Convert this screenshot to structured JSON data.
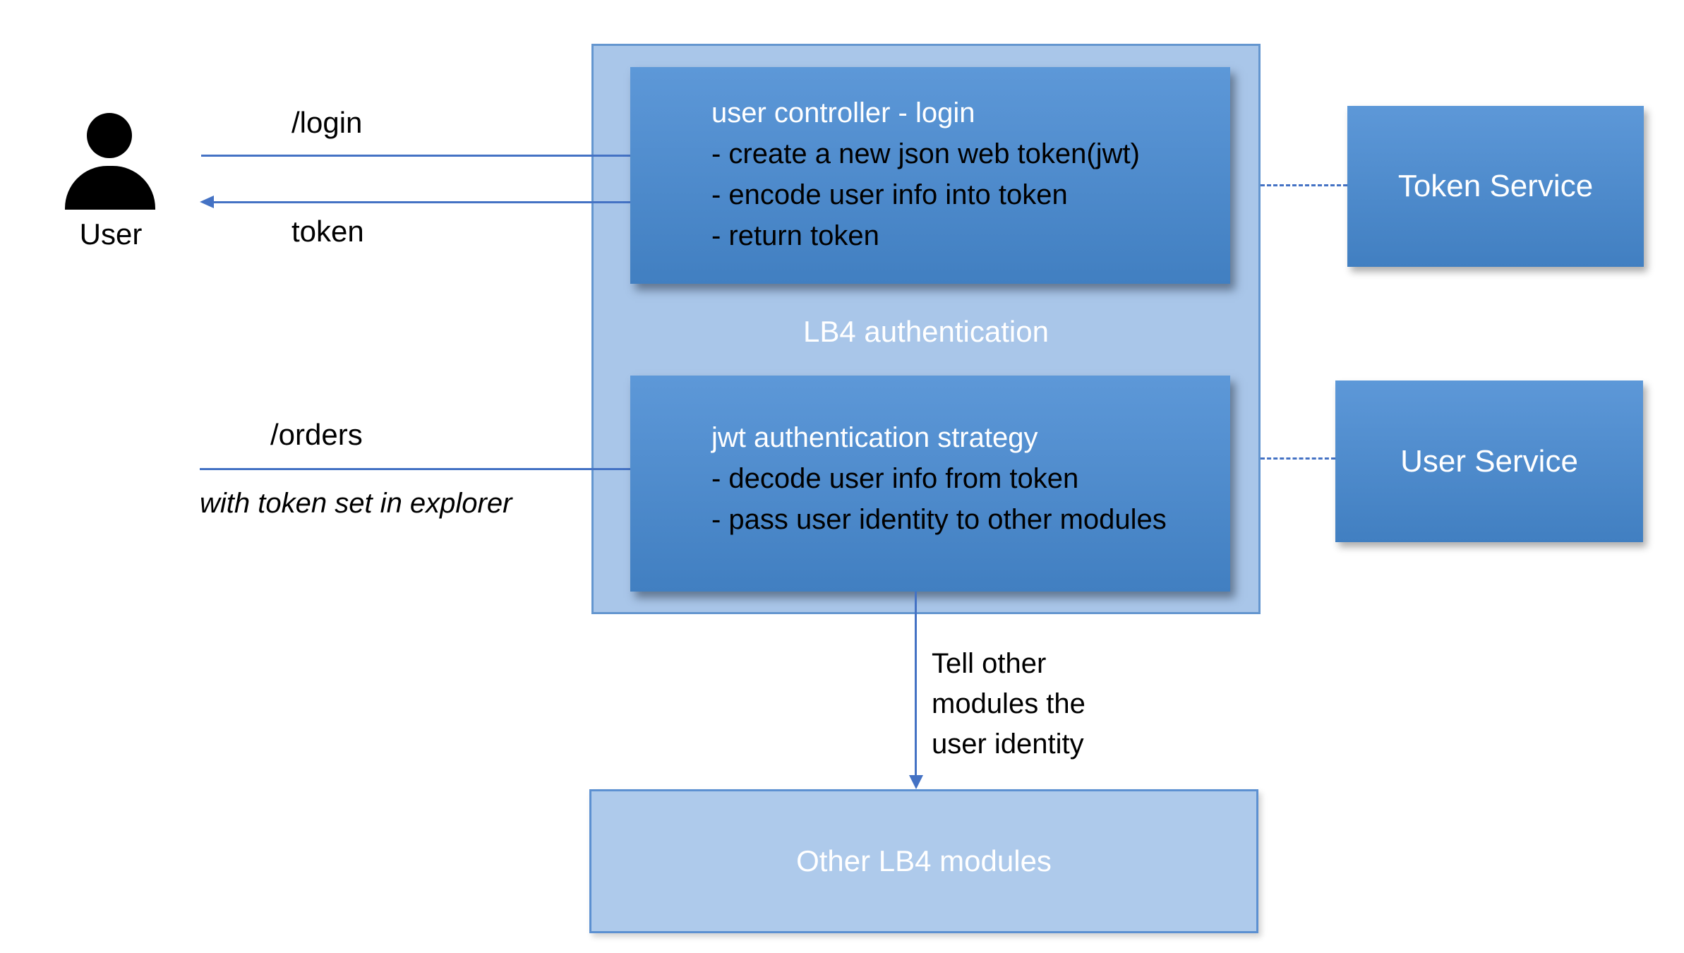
{
  "colors": {
    "accent": "#4472c4",
    "container-fill": "#a9c6e9",
    "container-border": "#6496cf",
    "box-grad-top": "#5d98d8",
    "box-grad-bottom": "#417fc1",
    "light-box-fill": "#aecaeb",
    "light-box-border": "#5c90d1",
    "text-dark": "#000000",
    "text-light": "#ffffff"
  },
  "actor": {
    "label": "User"
  },
  "flows": {
    "login": {
      "label": "/login"
    },
    "token": {
      "label": "token"
    },
    "orders": {
      "label": "/orders",
      "note": "with token set in explorer"
    },
    "identity": {
      "note": "Tell other\nmodules the\nuser identity"
    }
  },
  "lb4_container": {
    "label": "LB4 authentication"
  },
  "controller_box": {
    "title": "user controller - login",
    "items": [
      "- create a new json web token(jwt)",
      "- encode user info into token",
      "- return token"
    ]
  },
  "strategy_box": {
    "title": "jwt authentication strategy",
    "items": [
      "- decode user info from token",
      "- pass user identity to other modules"
    ]
  },
  "token_service": {
    "label": "Token Service"
  },
  "user_service": {
    "label": "User Service"
  },
  "other_modules": {
    "label": "Other LB4 modules"
  }
}
